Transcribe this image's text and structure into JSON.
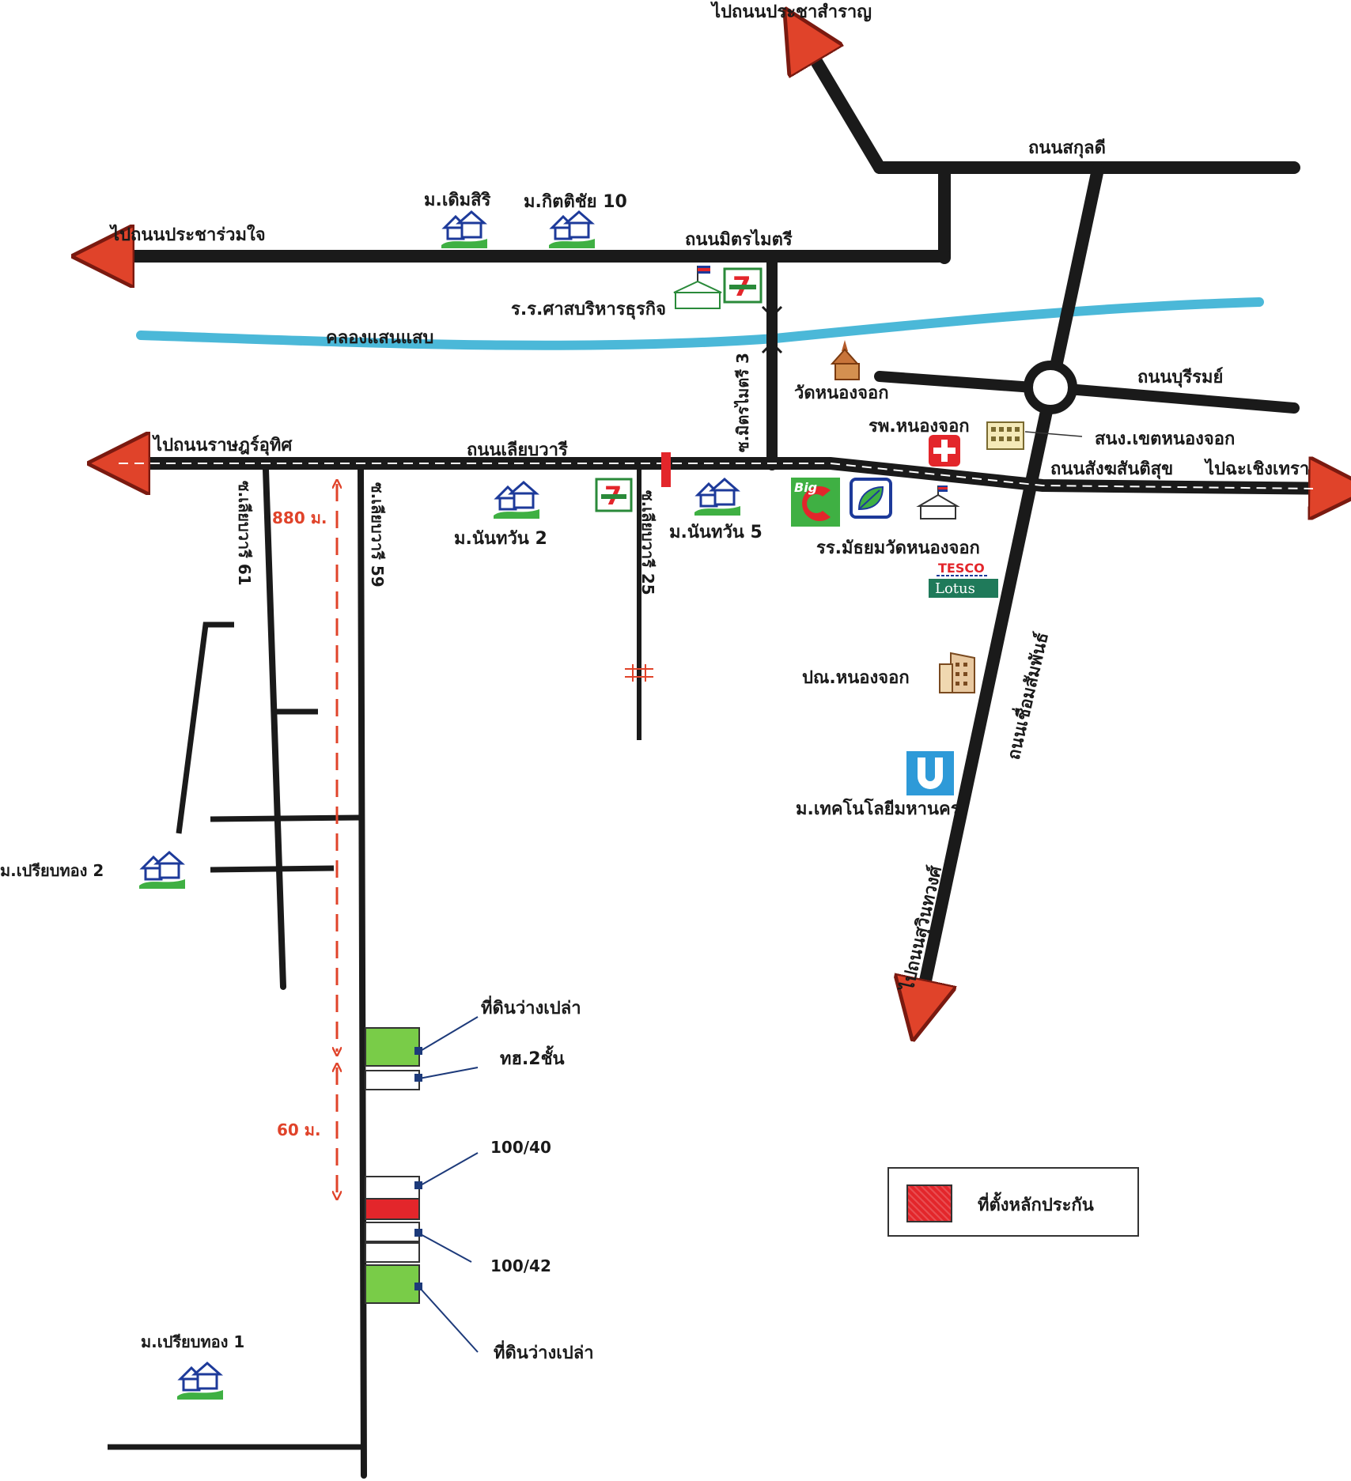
{
  "roads": {
    "to_prachasamran": "ไปถนนประชาสำราญ",
    "sukkhaphiban": "ถนนสกุลดี",
    "to_pracharuamjai": "ไปถนนประชาร่วมใจ",
    "mitmaitri": "ถนนมิตรไมตรี",
    "khlong_saen_saep": "คลองแสนแสบ",
    "buriram": "ถนนบุรีรมย์",
    "to_ratsadonuthit": "ไปถนนราษฎร์อุทิศ",
    "liap_wari": "ถนนเลียบวารี",
    "sangkhom_santisuk": "ถนนสังฆสันติสุข",
    "to_chachoengsao": "ไปฉะเชิงเทรา",
    "soi_mitmaitri_3": "ซ.มิตรไมตรี 3",
    "soi_liap_wari_61": "ซ.เลียบวารี 61",
    "soi_liap_wari_59": "ซ.เลียบวารี 59",
    "soi_liap_wari_25": "ซ.เลียบวารี 25",
    "chueam_samphan": "ถนนเชื่อมสัมพันธ์",
    "to_suwinthawong": "ไปถนนสุวินทวงศ์"
  },
  "places": {
    "derm_siri": "ม.เดิมสิริ",
    "kitti_chai_10": "ม.กิตติชัย 10",
    "sas_school": "ร.ร.ศาสบริหารธุรกิจ",
    "wat_nong_chok": "วัดหนองจอก",
    "hospital": "รพ.หนองจอก",
    "district_office": "สนง.เขตหนองจอก",
    "nanthawan_2": "ม.นันทวัน 2",
    "nanthawan_5": "ม.นันทวัน 5",
    "secondary_school": "รร.มัธยมวัดหนองจอก",
    "post_office": "ปณ.หนองจอก",
    "tech_university": "ม.เทคโนโลยีมหานคร",
    "prieb_thong_2": "ม.เปรียบทอง 2",
    "prieb_thong_1": "ม.เปรียบทอง 1",
    "tesco": "TESCO",
    "lotus": "Lotus",
    "big_c": "Big"
  },
  "distances": {
    "d880": "880 ม.",
    "d60": "60 ม."
  },
  "plots": {
    "vacant_land_top": "ที่ดินว่างเปล่า",
    "townhouse": "ทฮ.2ชั้น",
    "house_100_40": "100/40",
    "house_100_42": "100/42",
    "vacant_land_bottom": "ที่ดินว่างเปล่า"
  },
  "legend": {
    "collateral_location": "ที่ตั้งหลักประกัน",
    "swatch_color": "#e3262b"
  },
  "colors": {
    "road": "#1a1a1a",
    "canal": "#4bb8d8",
    "arrow": "#e0432a",
    "vacant_land": "#79cc48",
    "collateral": "#e3262b"
  }
}
